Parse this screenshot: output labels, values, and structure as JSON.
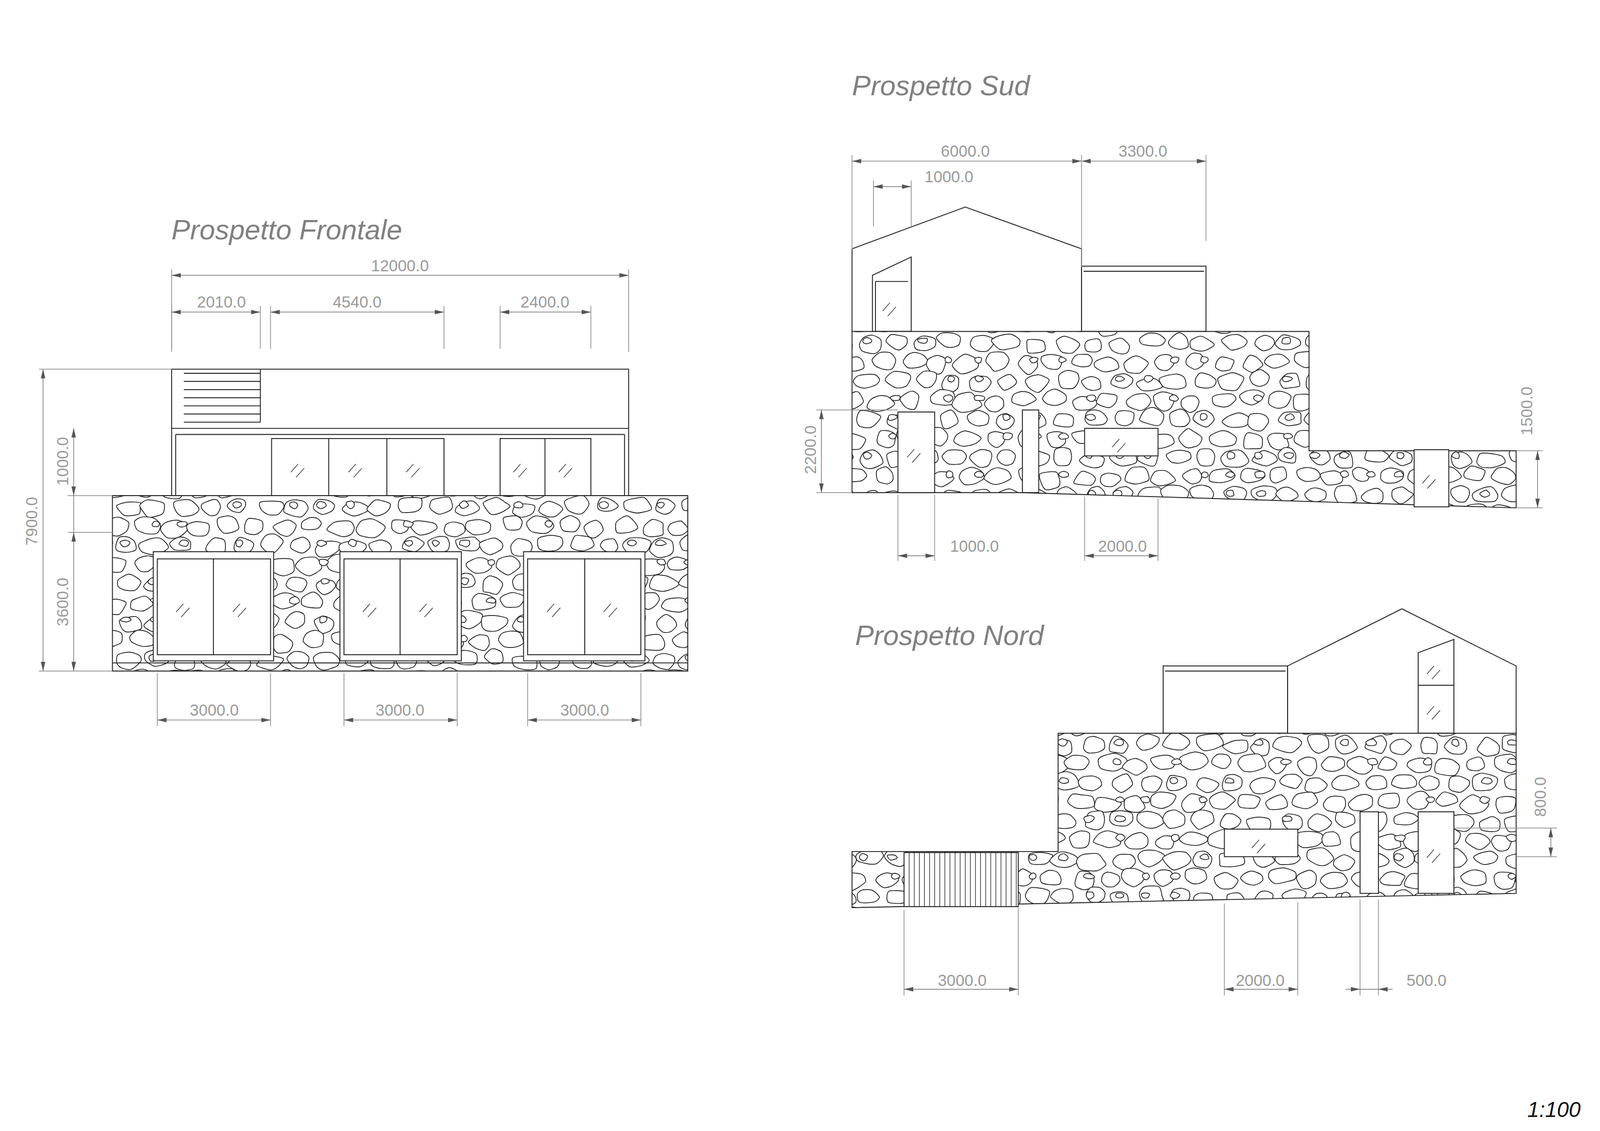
{
  "diagram": {
    "labels": [
      "Prospetto Sud",
      "6000.0",
      "3300.0",
      "1000.0",
      "Prospetto Frontale",
      "12000.0",
      "2010.0",
      "4540.0",
      "2400.0",
      "1000.0",
      "7900.0",
      "3600.0",
      "2200.0",
      "1500.0",
      "1000.0",
      "2000.0",
      "Prospetto Nord",
      "3000.0",
      "3000.0",
      "3000.0",
      "800.0",
      "3000.0",
      "2000.0",
      "500.0",
      "1:100"
    ]
  }
}
